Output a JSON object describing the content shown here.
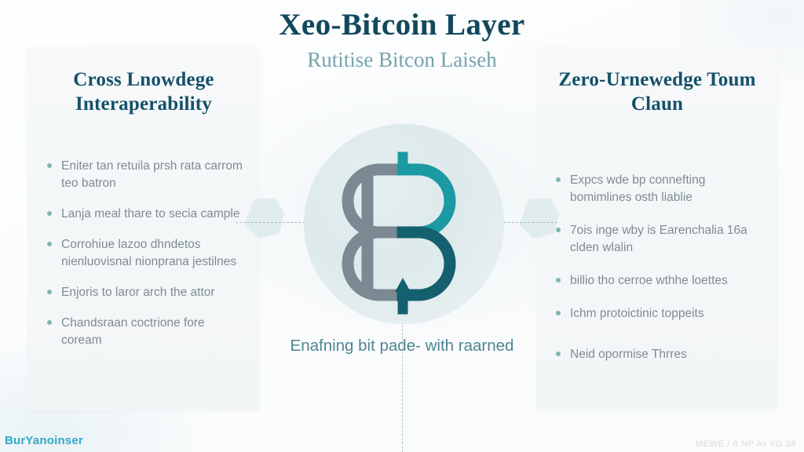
{
  "header": {
    "title": "Xeo-Bitcoin Layer",
    "subtitle": "Rutitise Bitcon Laiseh"
  },
  "left_panel": {
    "heading": "Cross Lnowdege Interaperability",
    "bullets": [
      "Eniter tan retuila prsh rata carrom teo batron",
      "Lanja meal thare to secia cample",
      "Corrohiue lazoo dhndetos nienluovisnal nionprana jestilnes",
      "Enjoris to laror arch the attor",
      "Chandsraan coctrione fore coream"
    ]
  },
  "right_panel": {
    "heading": "Zero-Urnewedge Toum Claun",
    "bullets": [
      "Expcs wde bp connefting bomimlines osth liablie",
      "7ois inge wby is Earenchalia 16a clden wlalin",
      "billio tho cerroe wthhe loettes",
      "Ichm protoictinic toppeits",
      "Neid opormise Thrres"
    ]
  },
  "center": {
    "emblem_label": "bitcoin-b-emblem",
    "caption": "Enafning bit pade- with raarned"
  },
  "footer": {
    "brand": "BurYanoinser",
    "meta": "MEWE / 8 NP Ax #G 28"
  },
  "colors": {
    "title": "#12485c",
    "subtitle": "#6b9ca4",
    "heading": "#16506a",
    "body_text": "#7e8c93",
    "bullet_dot": "#7fb5b4",
    "caption": "#4e8592",
    "brand": "#31a8c9",
    "emblem_gray": "#7b8a92",
    "emblem_teal": "#1b9aa3",
    "emblem_dark_teal": "#15606e",
    "panel_bg": "#f5f7f8",
    "circle_bg": "#e0ecee"
  }
}
